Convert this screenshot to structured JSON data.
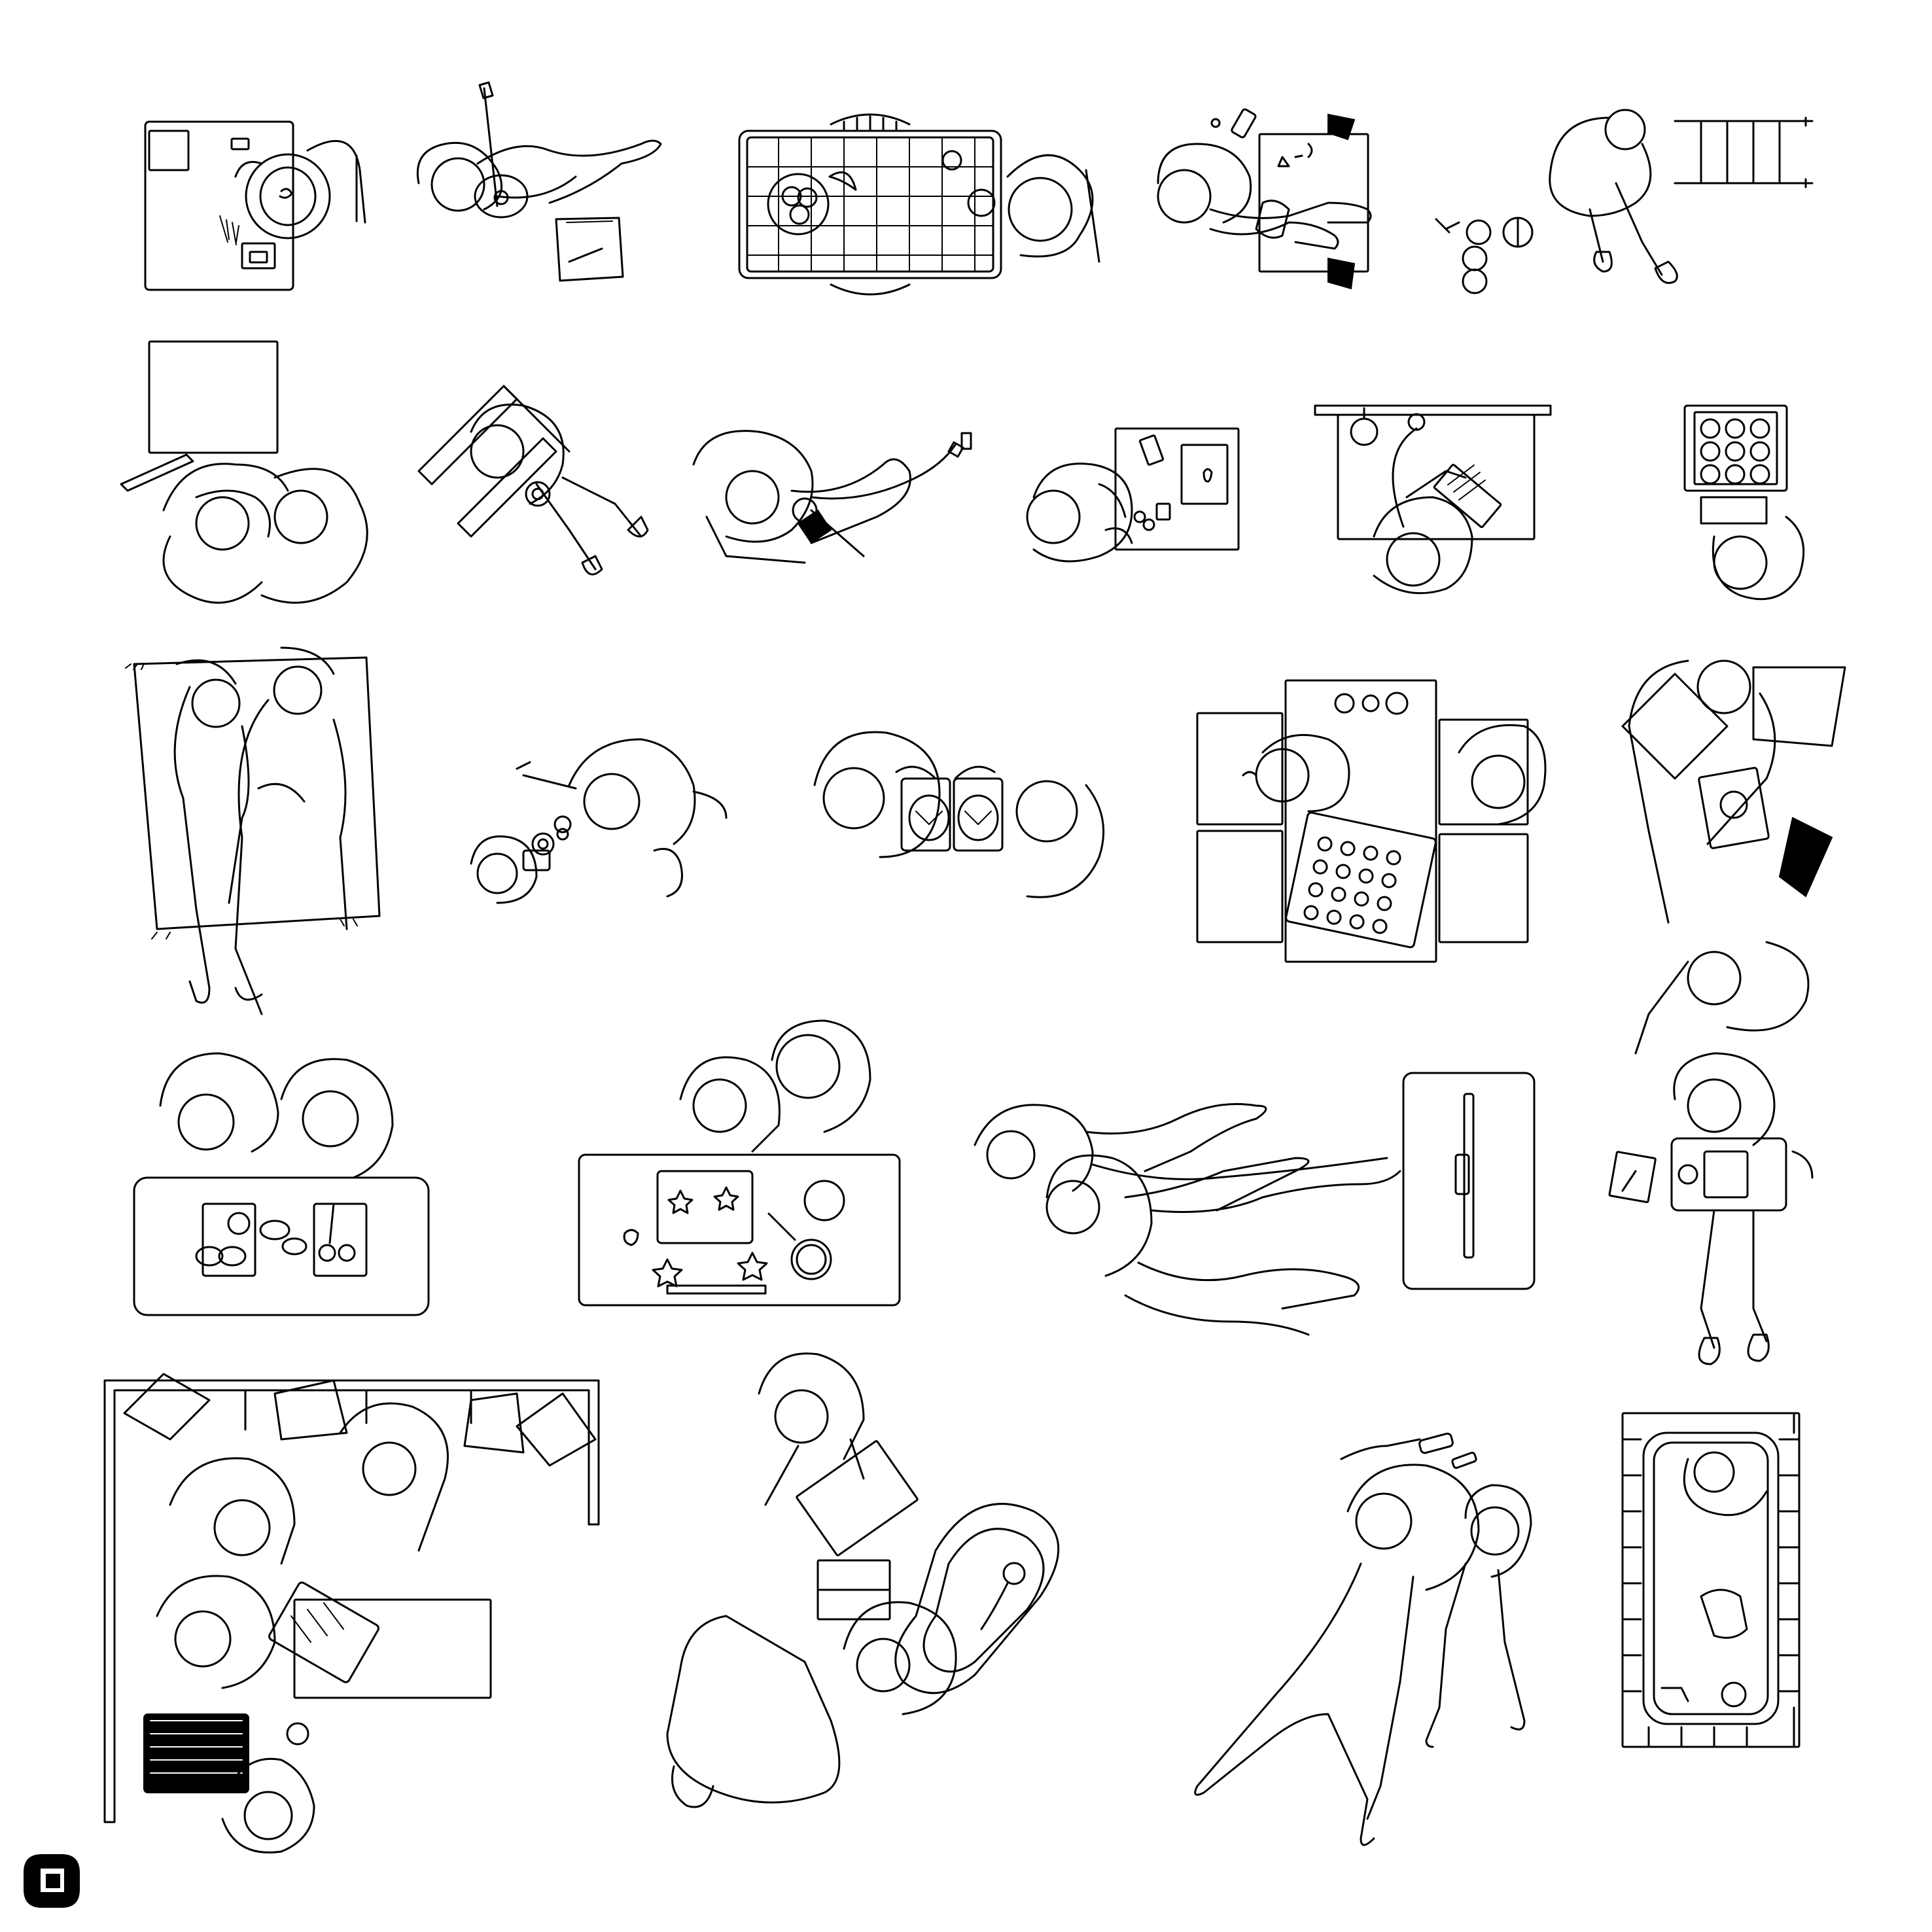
{
  "sheet": {
    "background": "#ffffff",
    "line_color": "#000000",
    "style": "top-view line drawings of people"
  },
  "vignettes": [
    {
      "id": "desk-child-drawing",
      "icon": "desk-person-icon"
    },
    {
      "id": "guitar-player",
      "icon": "guitar-icon"
    },
    {
      "id": "dining-table-fruit",
      "icon": "dining-table-icon"
    },
    {
      "id": "floor-art-craft",
      "icon": "craft-icon"
    },
    {
      "id": "ladder-painter",
      "icon": "ladder-icon"
    },
    {
      "id": "window-hug",
      "icon": "hug-icon"
    },
    {
      "id": "wheelchair-user",
      "icon": "wheelchair-icon"
    },
    {
      "id": "shower-hair-wash",
      "icon": "shower-icon"
    },
    {
      "id": "desk-apple-laptop",
      "icon": "laptop-icon"
    },
    {
      "id": "lamp-desk-worker",
      "icon": "lamp-icon"
    },
    {
      "id": "muffin-tray-carrier",
      "icon": "tray-icon"
    },
    {
      "id": "couple-on-blanket",
      "icon": "blanket-icon"
    },
    {
      "id": "child-with-toy",
      "icon": "toy-icon"
    },
    {
      "id": "two-people-cooking",
      "icon": "cooking-icon"
    },
    {
      "id": "baking-cookies-table",
      "icon": "baking-icon"
    },
    {
      "id": "couple-laptop-pillows",
      "icon": "pillows-icon"
    },
    {
      "id": "chopping-vegetables",
      "icon": "chopping-icon"
    },
    {
      "id": "star-cookie-cutting",
      "icon": "star-icon"
    },
    {
      "id": "video-game-players",
      "icon": "console-icon"
    },
    {
      "id": "tablet-tray-walker",
      "icon": "tablet-icon"
    },
    {
      "id": "sofa-board-game",
      "icon": "sofa-icon"
    },
    {
      "id": "box-carrier-baby",
      "icon": "box-icon"
    },
    {
      "id": "parent-child-play",
      "icon": "play-icon"
    },
    {
      "id": "bathtub-baby",
      "icon": "bathtub-icon"
    }
  ],
  "brand": {
    "icon": "cube-logo-icon"
  }
}
